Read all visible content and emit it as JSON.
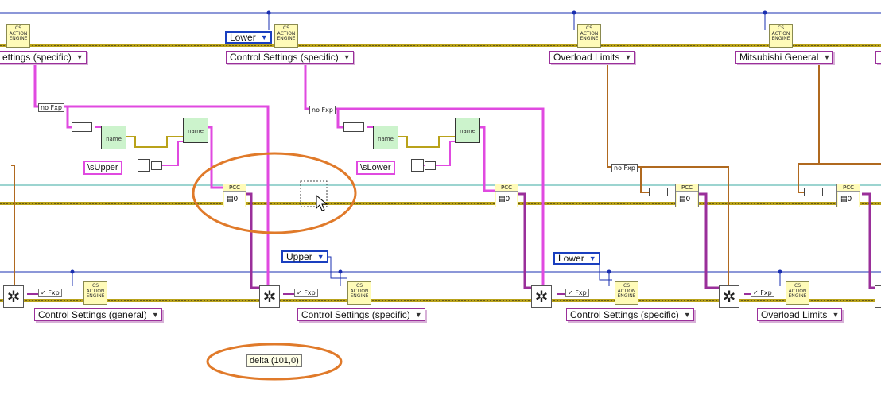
{
  "diagram": {
    "top_enums": [
      {
        "text": "ettings (specific)"
      },
      {
        "text": "Control Settings (specific)"
      },
      {
        "text": "Overload Limits"
      },
      {
        "text": "Mitsubishi General"
      }
    ],
    "top_selector": {
      "text": "Lower"
    },
    "bottom_enums": [
      {
        "text": "Control Settings (general)"
      },
      {
        "text": "Control Settings (specific)"
      },
      {
        "text": "Control Settings (specific)"
      },
      {
        "text": "Overload Limits"
      }
    ],
    "mid_selectors": [
      {
        "text": "Upper"
      },
      {
        "text": "Lower"
      }
    ],
    "string_constants": [
      {
        "text": "\\sUpper"
      },
      {
        "text": "\\sLower"
      }
    ],
    "engine_label": [
      "CS",
      "ACTION",
      "ENGINE"
    ],
    "pcc_label": "PCC",
    "no_fxp": "no Fxp",
    "fxp": "✓ Fxp",
    "name_label": "name",
    "tooltip": {
      "text": "delta (101,0)"
    },
    "colors": {
      "pink_wire": "#e04ae0",
      "purple_wire": "#9a2f9a",
      "orange_wire": "#b0691f",
      "blue_wire": "#1a2fb0",
      "teal_wire": "#3aa8a0",
      "highlight_ellipse": "#e07a2a"
    }
  }
}
